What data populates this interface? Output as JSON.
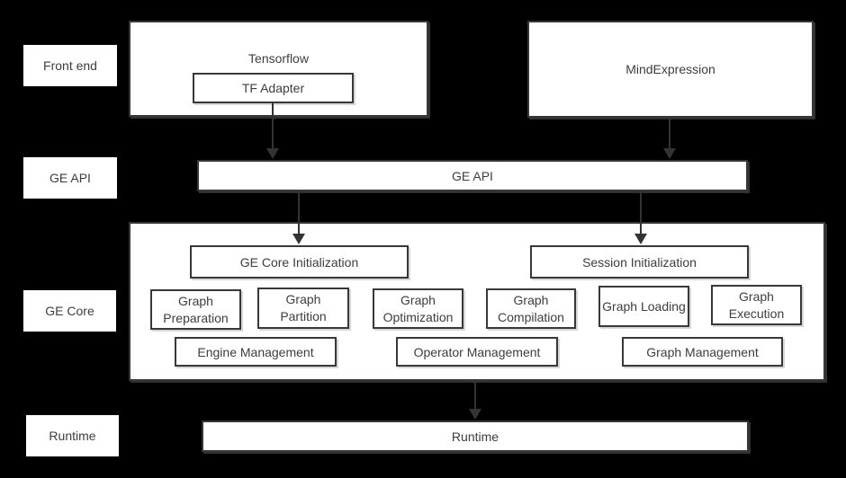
{
  "sidebar": {
    "front_end_label": "Front end",
    "ge_api_label": "GE API",
    "ge_core_label": "GE Core",
    "runtime_label": "Runtime"
  },
  "front_end": {
    "tensorflow_label": "Tensorflow",
    "tf_adapter_label": "TF Adapter",
    "mind_expression_label": "MindExpression"
  },
  "ge_api": {
    "bar_label": "GE API"
  },
  "ge_core": {
    "core_init_label": "GE Core Initialization",
    "session_init_label": "Session Initialization",
    "modules": [
      "Graph Preparation",
      "Graph Partition",
      "Graph Optimization",
      "Graph Compilation",
      "Graph Loading",
      "Graph Execution"
    ],
    "management": [
      "Engine Management",
      "Operator Management",
      "Graph Management"
    ]
  },
  "runtime": {
    "bar_label": "Runtime"
  },
  "colors": {
    "background": "#000000",
    "box_fill": "#ffffff",
    "border": "#383838",
    "text": "#3d3d3d",
    "arrow": "#333333"
  }
}
